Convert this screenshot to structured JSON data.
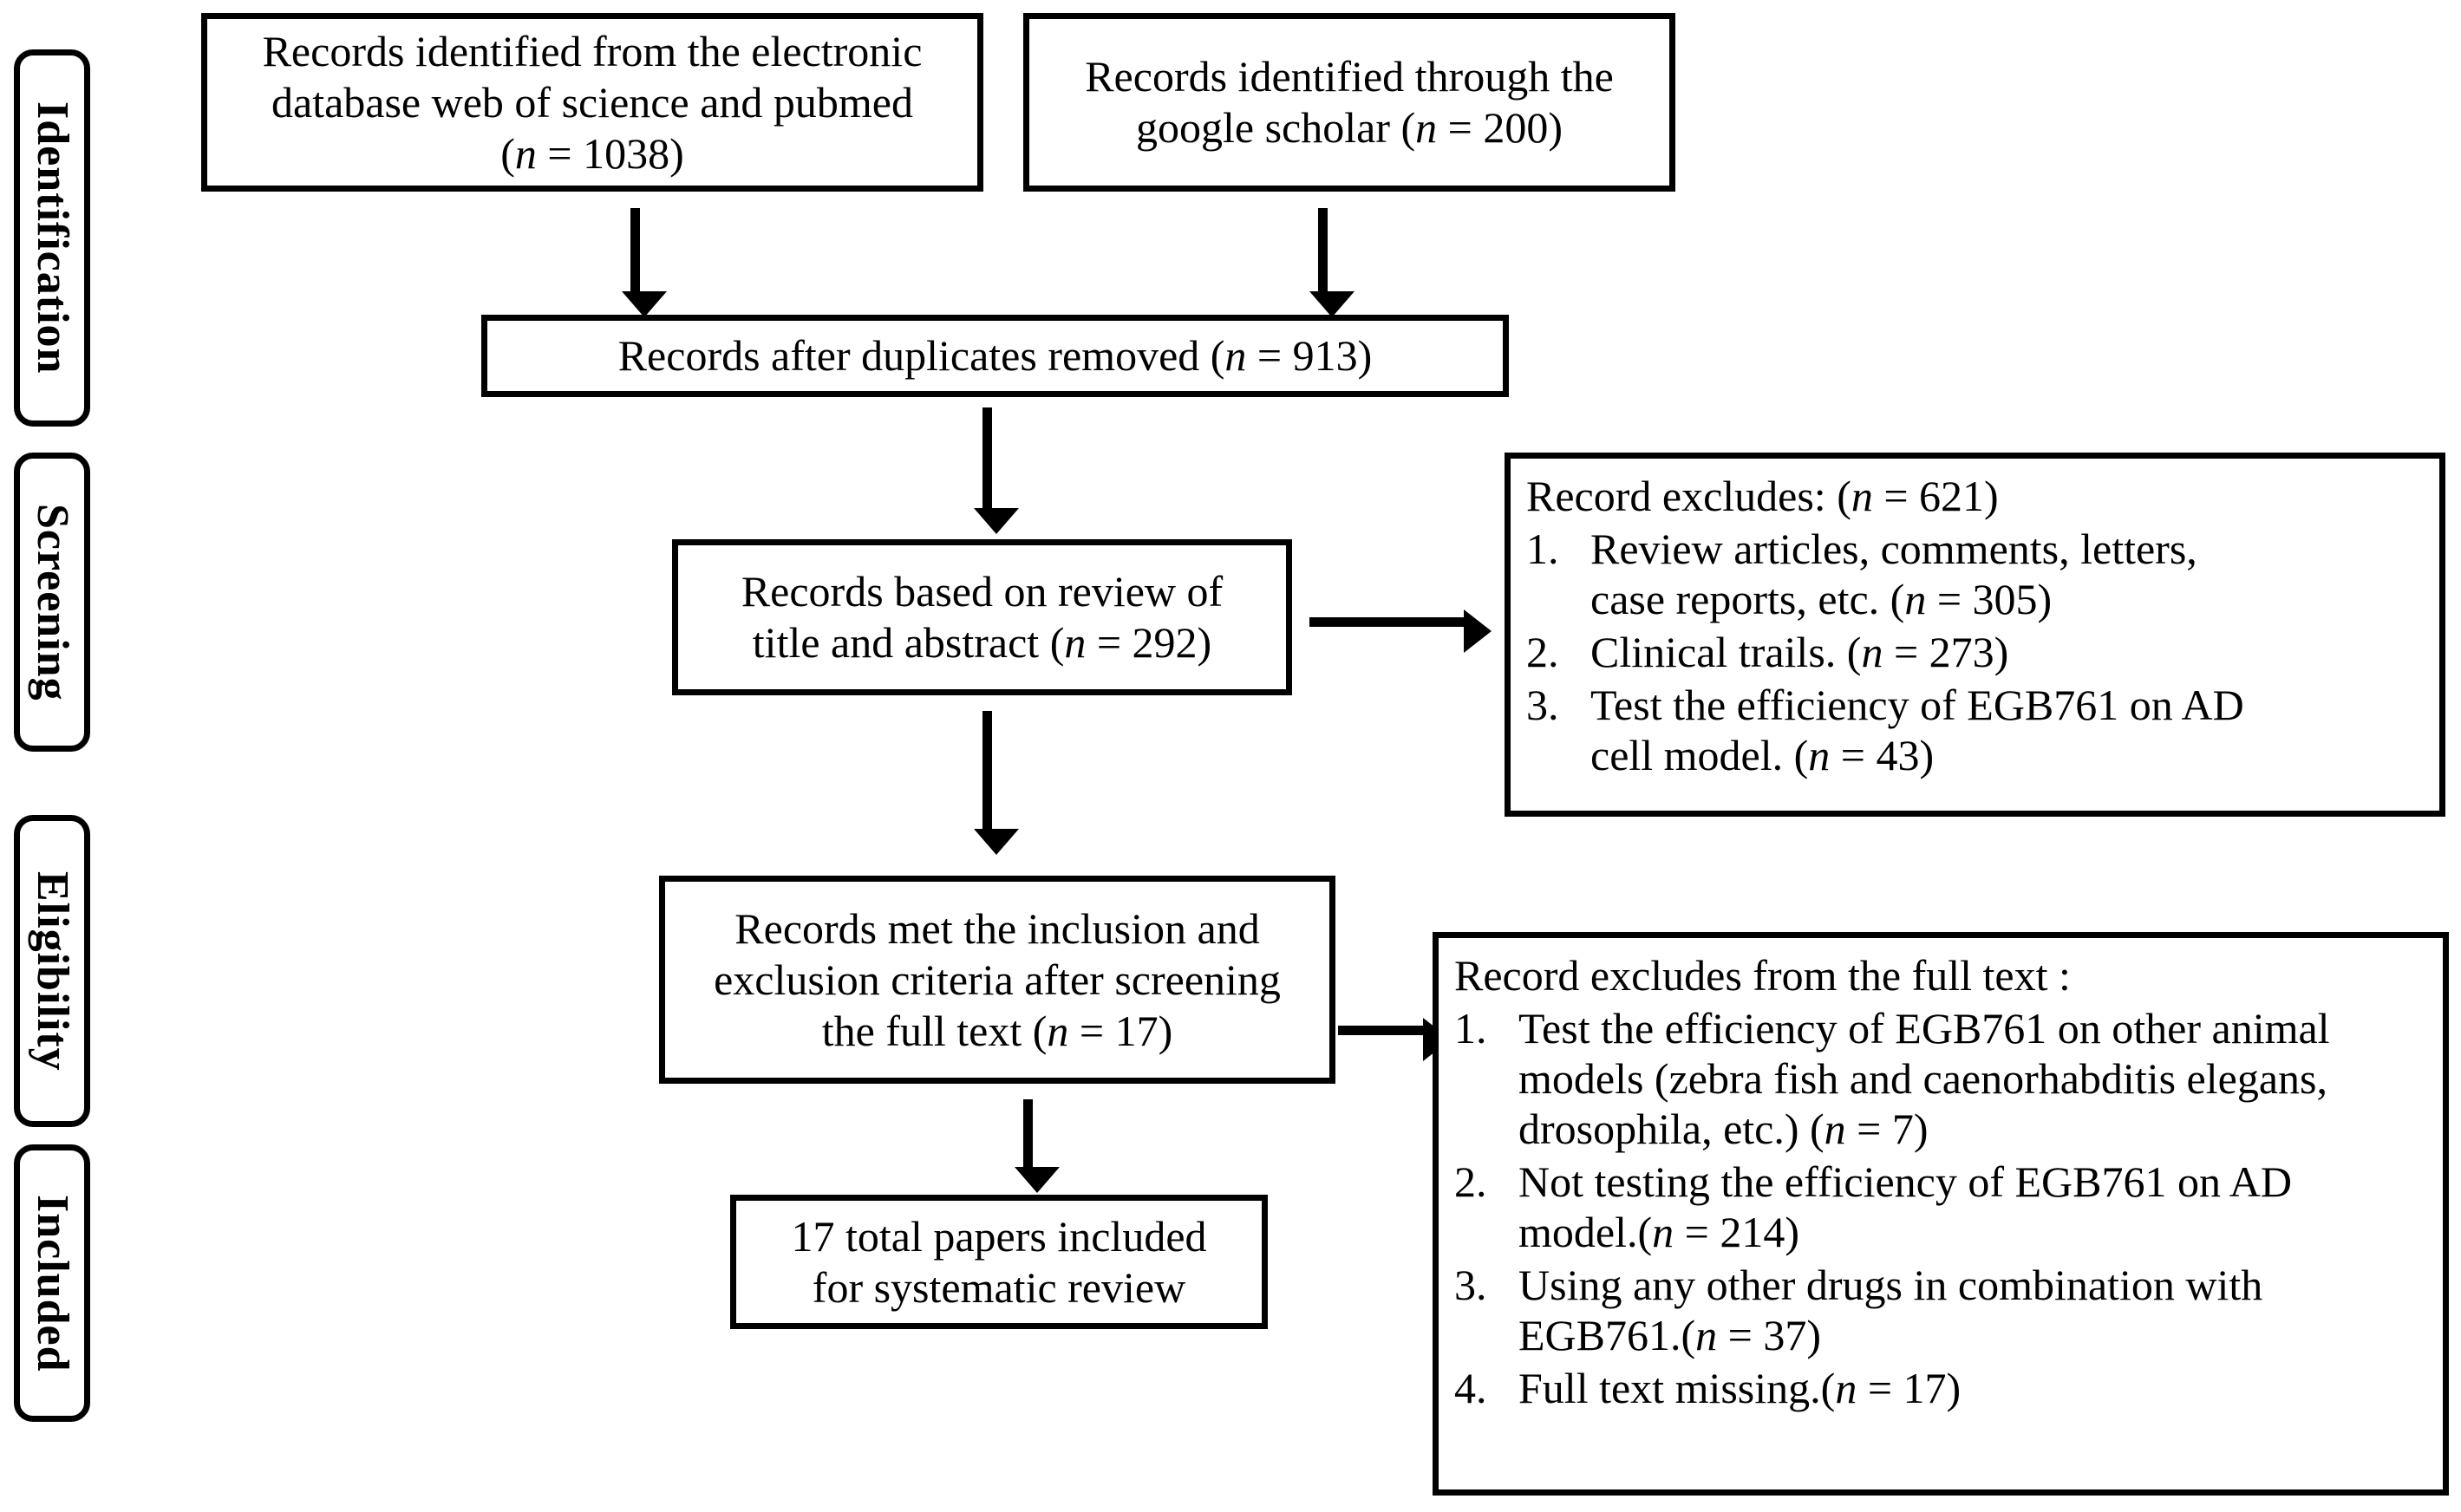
{
  "diagram": {
    "title": "PRISMA flow diagram",
    "stages": [
      {
        "id": "identification",
        "label": "Identification"
      },
      {
        "id": "screening",
        "label": "Screening"
      },
      {
        "id": "eligibility",
        "label": "Eligibility"
      },
      {
        "id": "included",
        "label": "Included"
      }
    ],
    "boxes": {
      "records_database": {
        "line1": "Records identified from the electronic",
        "line2": "database web of science and pubmed",
        "line3_prefix": "(",
        "line3_n": "n",
        "line3_suffix": " = 1038)"
      },
      "records_google": {
        "line1": "Records identified through the",
        "line2_prefix": "google scholar (",
        "line2_n": "n",
        "line2_suffix": " = 200)"
      },
      "duplicates_removed": {
        "prefix": "Records after duplicates removed (",
        "n": "n",
        "suffix": " = 913)"
      },
      "title_abstract": {
        "line1": "Records based on review of",
        "line2_prefix": "title and abstract (",
        "line2_n": "n",
        "line2_suffix": " = 292)"
      },
      "inclusion_criteria": {
        "line1": "Records met the inclusion and",
        "line2": "exclusion criteria after screening",
        "line3_prefix": "the full text (",
        "line3_n": "n",
        "line3_suffix": " = 17)"
      },
      "final_included": {
        "line1": "17 total papers included",
        "line2": "for systematic review"
      },
      "record_excludes": {
        "heading_prefix": "Record excludes: (",
        "heading_n": "n",
        "heading_suffix": " = 621)",
        "items": [
          {
            "number": "1.",
            "line1": "Review articles, comments, letters,",
            "line2_prefix": "case reports, etc. (",
            "line2_n": "n",
            "line2_suffix": " = 305)"
          },
          {
            "number": "2.",
            "line1_prefix": "Clinical trails. (",
            "line1_n": "n",
            "line1_suffix": " = 273)"
          },
          {
            "number": "3.",
            "line1": "Test the efficiency of EGB761 on AD",
            "line2_prefix": "cell model. (",
            "line2_n": "n",
            "line2_suffix": " = 43)"
          }
        ]
      },
      "record_excludes_fulltext": {
        "heading": "Record excludes from the full text :",
        "items": [
          {
            "number": "1.",
            "line1": "Test the efficiency of EGB761 on other animal",
            "line2": "models (zebra fish and caenorhabditis elegans,",
            "line3_prefix": "drosophila, etc.) (",
            "line3_n": "n",
            "line3_suffix": " = 7)"
          },
          {
            "number": "2.",
            "line1": "Not testing the efficiency of EGB761 on AD",
            "line2_prefix": "model.(",
            "line2_n": "n",
            "line2_suffix": " = 214)"
          },
          {
            "number": "3.",
            "line1": "Using any other drugs in combination with",
            "line2_prefix": "EGB761.(",
            "line2_n": "n",
            "line2_suffix": " = 37)"
          },
          {
            "number": "4.",
            "line1_prefix": "Full text missing.(",
            "line1_n": "n",
            "line1_suffix": " = 17)"
          }
        ]
      }
    },
    "arrows": [
      {
        "id": "arrow-db-to-duplicates",
        "direction": "down"
      },
      {
        "id": "arrow-google-to-duplicates",
        "direction": "down"
      },
      {
        "id": "arrow-duplicates-to-screening",
        "direction": "down"
      },
      {
        "id": "arrow-screening-to-excludes",
        "direction": "right"
      },
      {
        "id": "arrow-screening-to-eligibility",
        "direction": "down"
      },
      {
        "id": "arrow-eligibility-to-excludes",
        "direction": "right"
      },
      {
        "id": "arrow-eligibility-to-included",
        "direction": "down"
      }
    ],
    "colors": {
      "stroke": "#000000",
      "background": "#ffffff",
      "text": "#000000"
    }
  }
}
